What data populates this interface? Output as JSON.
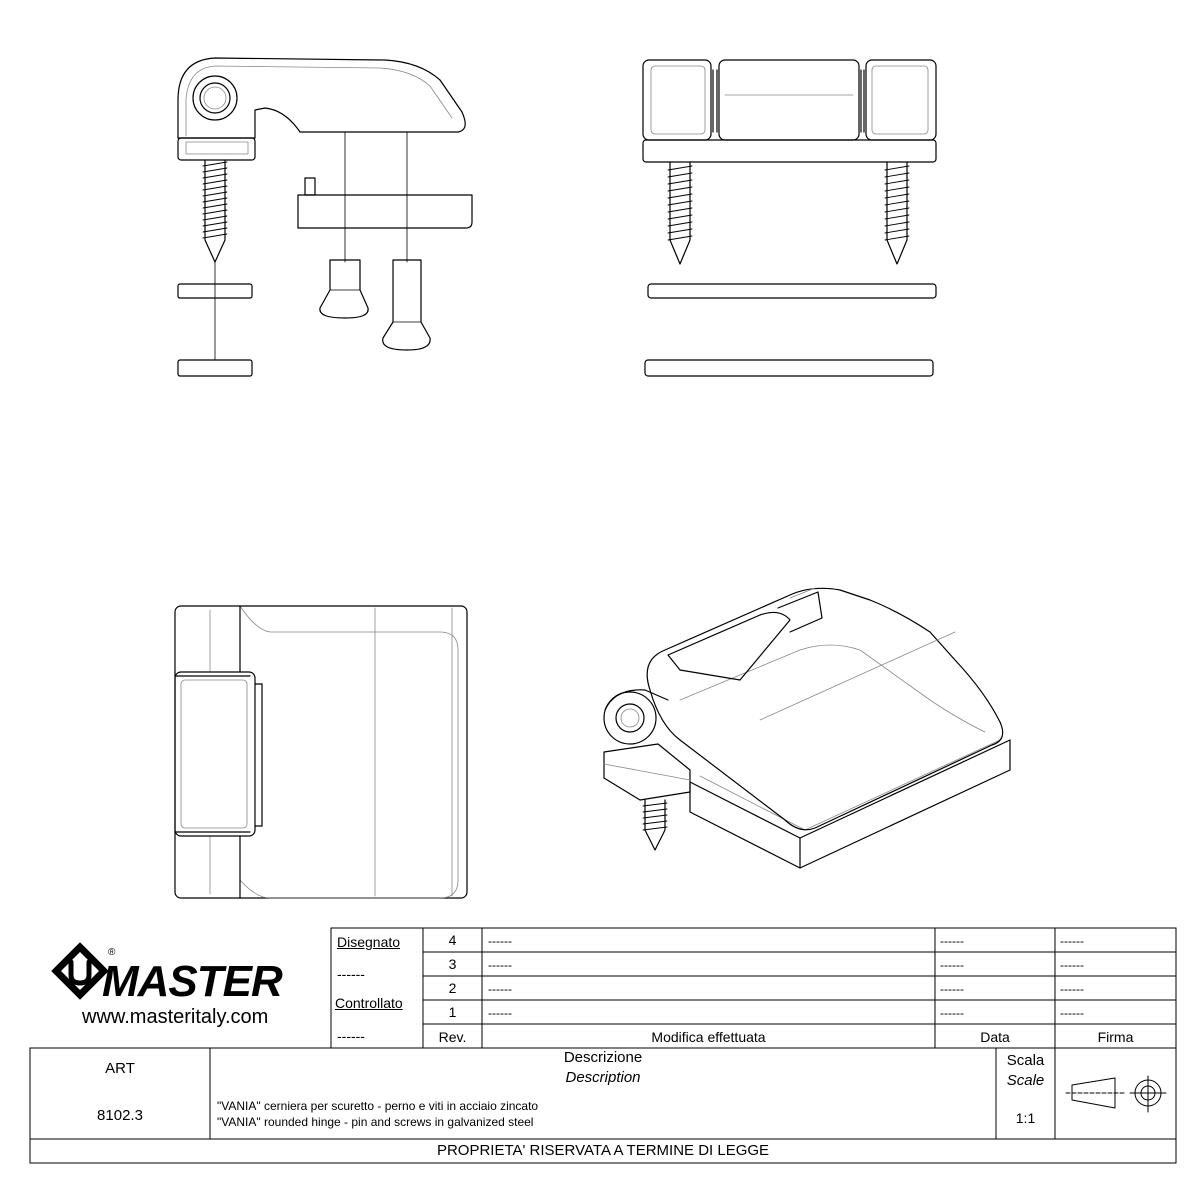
{
  "brand": {
    "name": "MASTER",
    "website": "www.masteritaly.com",
    "registered_mark": "®"
  },
  "title_block": {
    "drawn_label": "Disegnato",
    "drawn_value": "------",
    "checked_label": "Controllato",
    "checked_value": "------",
    "revisions": [
      {
        "rev": "4",
        "modifica": "------",
        "data": "------",
        "firma": "------"
      },
      {
        "rev": "3",
        "modifica": "------",
        "data": "------",
        "firma": "------"
      },
      {
        "rev": "2",
        "modifica": "------",
        "data": "------",
        "firma": "------"
      },
      {
        "rev": "1",
        "modifica": "------",
        "data": "------",
        "firma": "------"
      }
    ],
    "headers": {
      "rev": "Rev.",
      "modifica": "Modifica effettuata",
      "data": "Data",
      "firma": "Firma"
    },
    "art_label": "ART",
    "art_value": "8102.3",
    "descrizione_label": "Descrizione",
    "description_label": "Description",
    "desc_it": "\"VANIA\" cerniera per scuretto - perno e viti in acciaio zincato",
    "desc_en": "\"VANIA\" rounded hinge - pin and screws in galvanized steel",
    "scala_label": "Scala",
    "scale_label": "Scale",
    "scale_value": "1:1",
    "footer": "PROPRIETA' RISERVATA A TERMINE DI LEGGE"
  },
  "colors": {
    "line": "#000000",
    "thin_line": "#888888",
    "background": "#ffffff"
  }
}
